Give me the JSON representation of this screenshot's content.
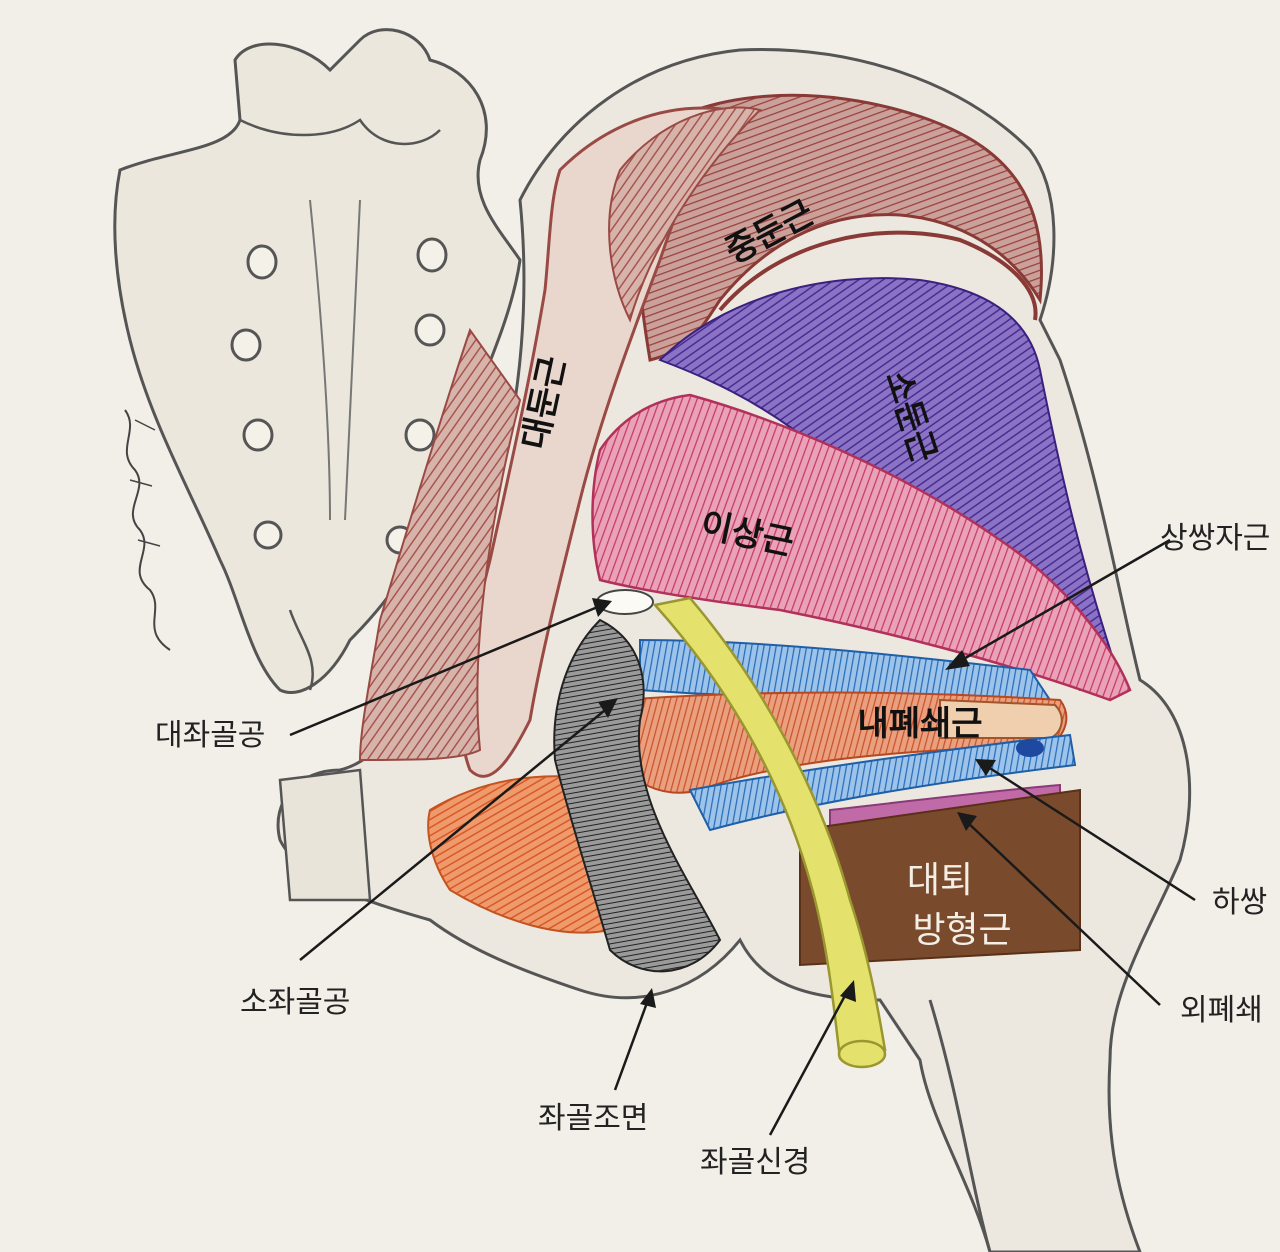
{
  "colors": {
    "background": "#f1efe7",
    "gluteus_maximus": "#b97a72",
    "gluteus_medius": "#a85a55",
    "gluteus_minimus": "#5b3fa0",
    "piriformis": "#d0557a",
    "gemellus": "#3a7fc4",
    "obturator_internus": "#d9683c",
    "quadratus_femoris": "#7a4a2c",
    "sciatic_nerve": "#e2e06a",
    "sacrotuberous_ligament": "#333333",
    "bone_outline": "#555555"
  },
  "muscle_labels": {
    "gluteus_medius": "중둔근",
    "gluteus_maximus": "대둔근",
    "gluteus_minimus": "소둔근",
    "piriformis": "이상근",
    "obturator_internus": "내폐쇄근",
    "quadratus_femoris_line1": "대퇴",
    "quadratus_femoris_line2": "방형근"
  },
  "callouts": {
    "superior_gemellus": "상쌍자근",
    "greater_sciatic_foramen": "대좌골공",
    "inferior_gemellus": "하쌍",
    "lesser_sciatic_foramen": "소좌골공",
    "obturator_externus": "외폐쇄",
    "ischial_tuberosity": "좌골조면",
    "sciatic_nerve": "좌골신경"
  }
}
